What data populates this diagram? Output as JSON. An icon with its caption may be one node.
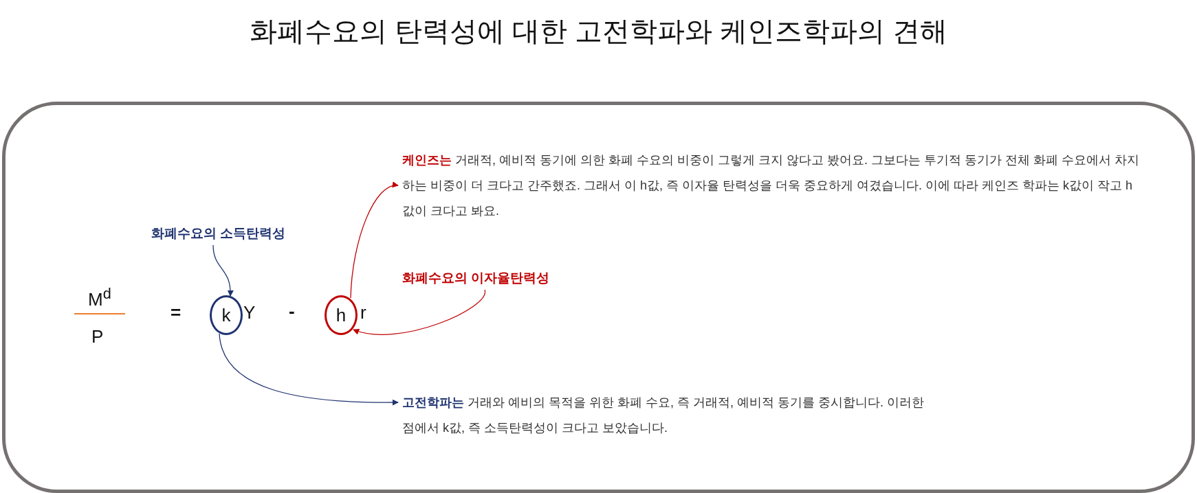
{
  "diagram": {
    "title": "화폐수요의 탄력성에 대한 고전학파와 케인즈학파의 견해",
    "nodes": [
      {
        "text": [
          "k"
        ]
      },
      {
        "text": [
          "h"
        ]
      },
      {
        "text": [
          "화폐수요의 소득탄력성"
        ]
      },
      {
        "text": [
          "화폐수요의 이자율탄력성"
        ]
      },
      {
        "text": [
          "**케인즈는** 거래적, 예비적 동기에 의한 화폐 수요의 비중이 그렇게 크지 않다고 봤어요. 그보다는 투기적 동기가 전체 화폐 수요에서 차지하는 비중이 더 크다고 간주했죠. 그래서 이 h값, 즉 이자율 탄력성을 더욱 중요하게 여겼습니다. 이에 따라 케인즈 학파는 k값이 작고 h값이 크다고 봐요."
        ]
      },
      {
        "text": [
          "**고전학파는** 거래와 예비의 목적을 위한 화폐 수요, 즉 거래적, 예비적 동기를 중시합니다. 이러한 점에서 k값, 즉 소득탄력성이 크다고 보았습니다."
        ]
      }
    ],
    "edges": [
      {
        "from": 2,
        "to": 0,
        "arrow": "to",
        "color": "#1f3370"
      },
      {
        "from": 3,
        "to": 1,
        "arrow": "to",
        "color": "#c00000"
      },
      {
        "from": 1,
        "to": 4,
        "arrow": "to",
        "color": "#c00000"
      },
      {
        "from": 0,
        "to": 5,
        "arrow": "to",
        "color": "#1f3370"
      }
    ],
    "labels": [
      "M$^{d}$",
      "P",
      "=",
      "Y",
      "-",
      "r"
    ]
  }
}
